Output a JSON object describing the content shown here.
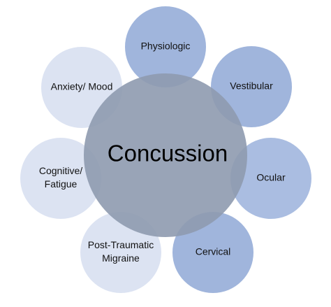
{
  "center": {
    "label": "Concussion",
    "color": "#8E9AAF"
  },
  "satellites": [
    {
      "id": "physiologic",
      "lines": [
        "Physiologic"
      ],
      "color": "#8FA8D6"
    },
    {
      "id": "vestibular",
      "lines": [
        "Vestibular"
      ],
      "color": "#8FA8D6"
    },
    {
      "id": "ocular",
      "lines": [
        "Ocular"
      ],
      "color": "#9BB2DC"
    },
    {
      "id": "cervical",
      "lines": [
        "Cervical"
      ],
      "color": "#8FA8D6"
    },
    {
      "id": "post-traumatic-migraine",
      "lines": [
        "Post-Traumatic",
        "Migraine"
      ],
      "color": "#D6DEF0"
    },
    {
      "id": "cognitive-fatigue",
      "lines": [
        "Cognitive/",
        "Fatigue"
      ],
      "color": "#D6DEF0"
    },
    {
      "id": "anxiety-mood",
      "lines": [
        "Anxiety/ Mood"
      ],
      "color": "#D6DEF0"
    }
  ]
}
